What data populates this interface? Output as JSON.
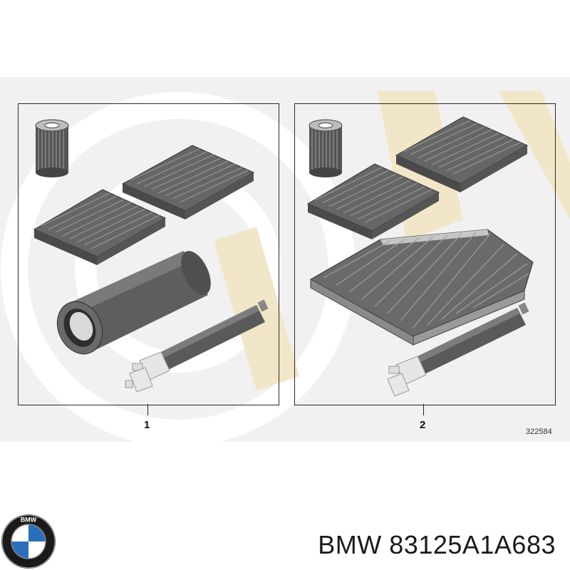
{
  "diagram": {
    "panels": [
      {
        "number": "1",
        "items": [
          "oil-filter",
          "cabin-filter",
          "cabin-filter",
          "diesel-fuel-filter",
          "fuel-filter"
        ]
      },
      {
        "number": "2",
        "items": [
          "oil-filter",
          "cabin-filter",
          "cabin-filter",
          "air-filter",
          "fuel-filter"
        ]
      }
    ],
    "reference_number": "322584"
  },
  "footer": {
    "brand_logo": "bmw-logo",
    "part_number_text": "BMW 83125A1A683"
  },
  "colors": {
    "watermark": "#f2e6c8",
    "band": "#f1f1f1",
    "filter_dark": "#5c5c5c",
    "bmw_blue": "#2a6fbb"
  }
}
